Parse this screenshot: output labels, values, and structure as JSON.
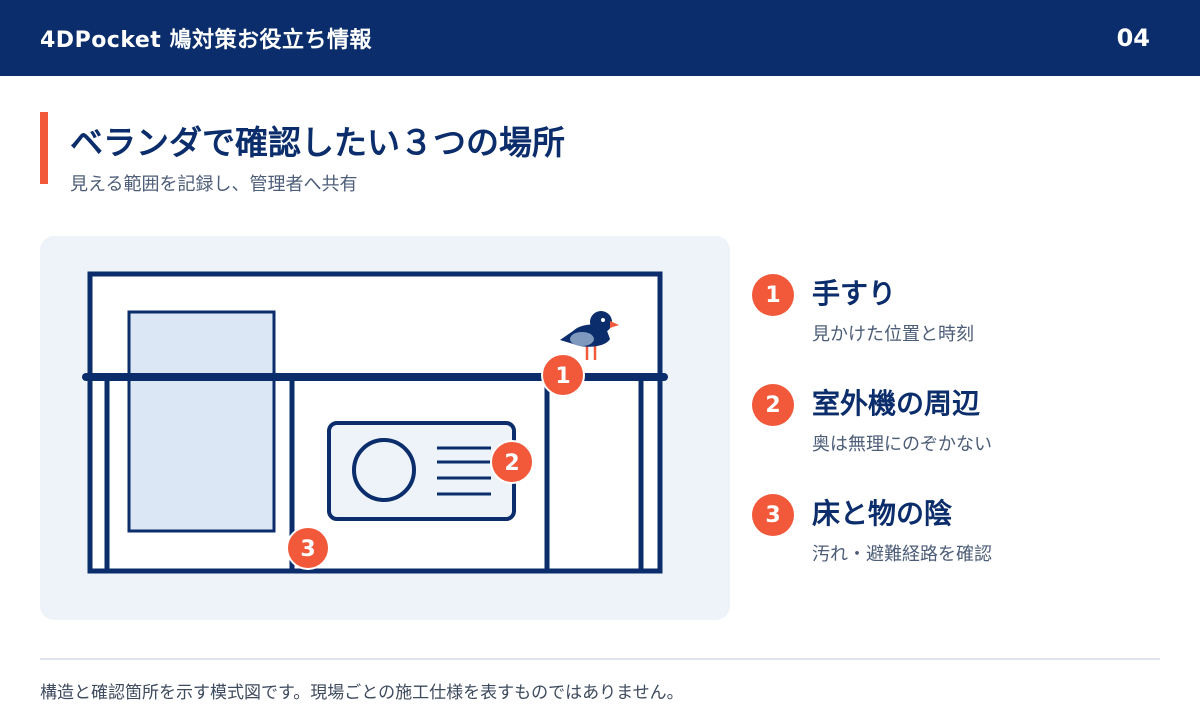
{
  "header": {
    "brand": "4DPocket 鳩対策お役立ち情報",
    "page_number": "04"
  },
  "title": {
    "main": "ベランダで確認したい３つの場所",
    "subtitle": "見える範囲を記録し、管理者へ共有"
  },
  "diagram": {
    "markers": [
      "1",
      "2",
      "3"
    ]
  },
  "legend": {
    "items": [
      {
        "number": "1",
        "title": "手すり",
        "description": "見かけた位置と時刻"
      },
      {
        "number": "2",
        "title": "室外機の周辺",
        "description": "奥は無理にのぞかない"
      },
      {
        "number": "3",
        "title": "床と物の陰",
        "description": "汚れ・避難経路を確認"
      }
    ]
  },
  "footnote": "構造と確認箇所を示す模式図です。現場ごとの施工仕様を表すものではありません。",
  "colors": {
    "navy": "#0b2d6b",
    "accent": "#f2583a",
    "panel": "#eef3fa",
    "door_glass": "#dbe7f4"
  }
}
